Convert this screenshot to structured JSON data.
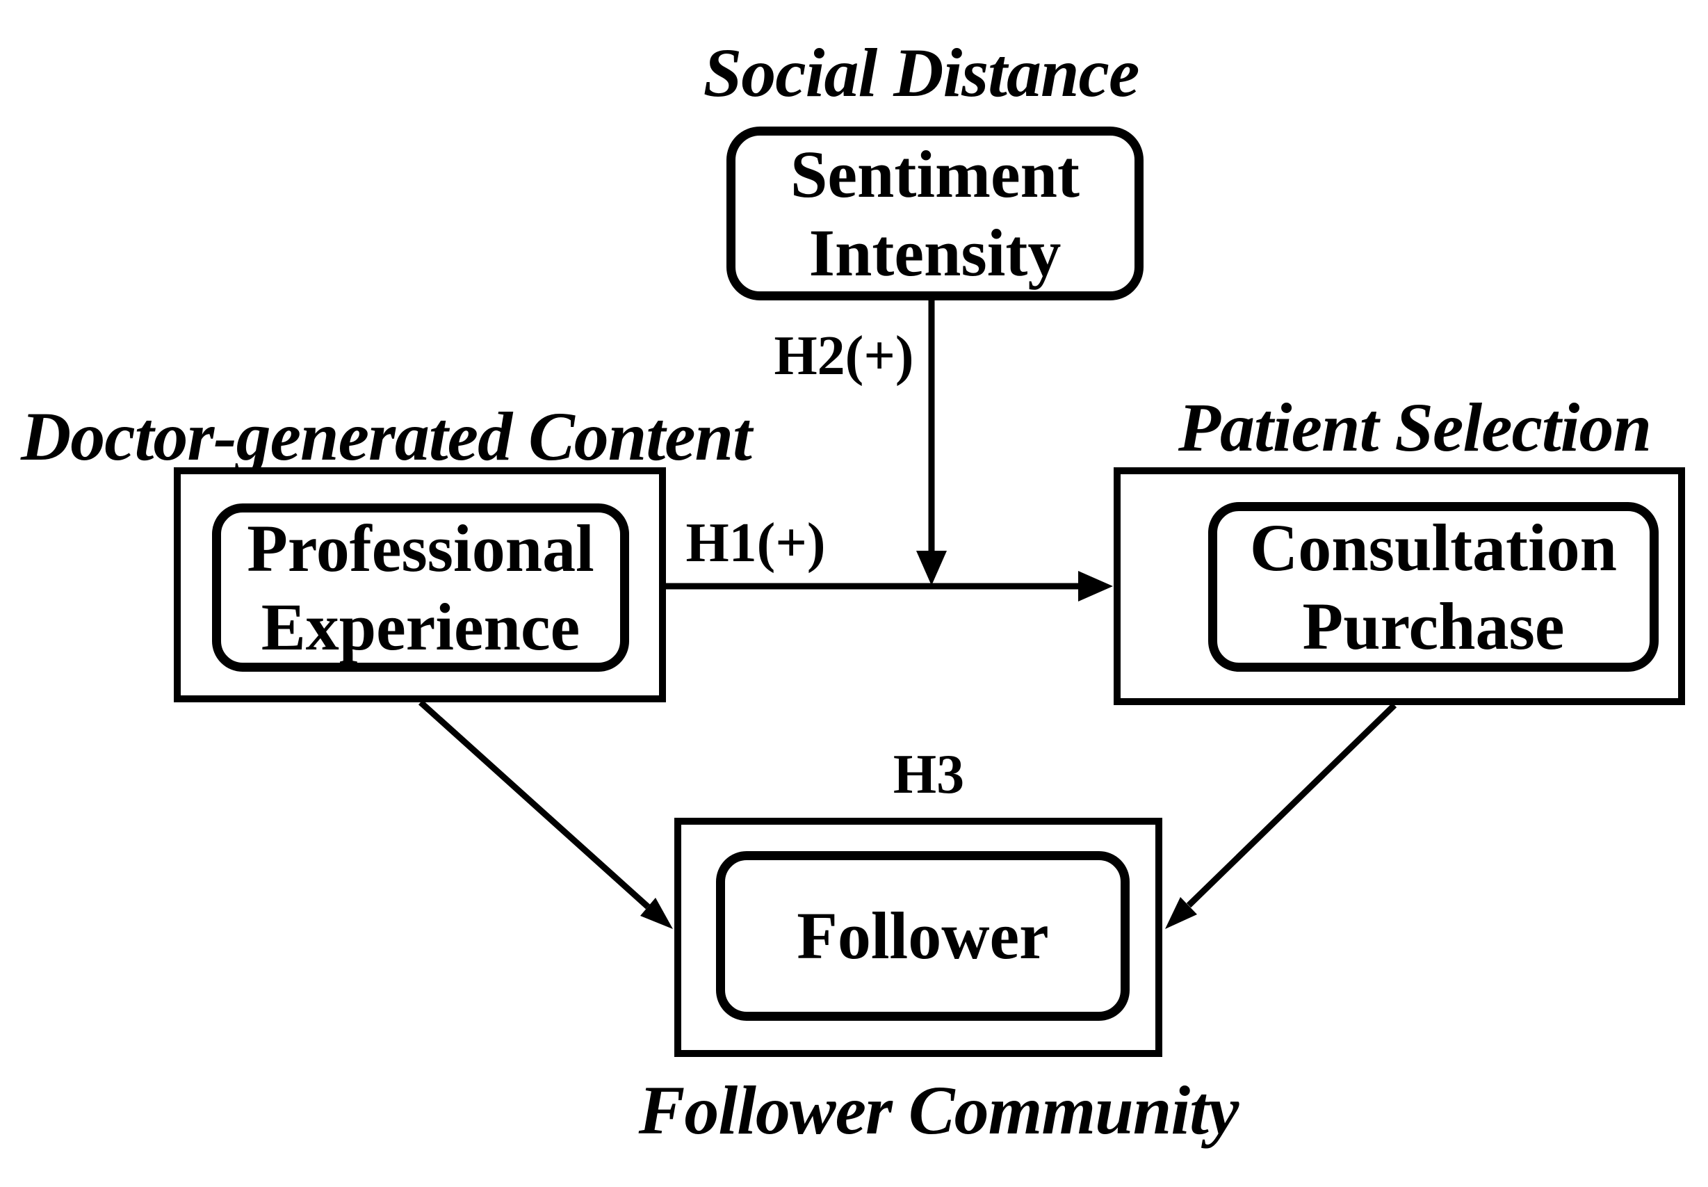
{
  "figure": {
    "colors": {
      "ink": "#000000",
      "background": "#ffffff"
    },
    "groups": {
      "social_distance": {
        "title": "Social Distance"
      },
      "doctor_generated_content": {
        "title": "Doctor-generated Content"
      },
      "patient_selection": {
        "title": "Patient Selection"
      },
      "follower_community": {
        "title": "Follower Community"
      }
    },
    "nodes": {
      "sentiment_intensity": {
        "line1": "Sentiment",
        "line2": "Intensity"
      },
      "professional_experience": {
        "line1": "Professional",
        "line2": "Experience"
      },
      "consultation_purchase": {
        "line1": "Consultation",
        "line2": "Purchase"
      },
      "follower": {
        "label": "Follower"
      }
    },
    "hypotheses": {
      "h1": {
        "label": "H1(+)"
      },
      "h2": {
        "label": "H2(+)"
      },
      "h3": {
        "label": "H3"
      }
    }
  }
}
